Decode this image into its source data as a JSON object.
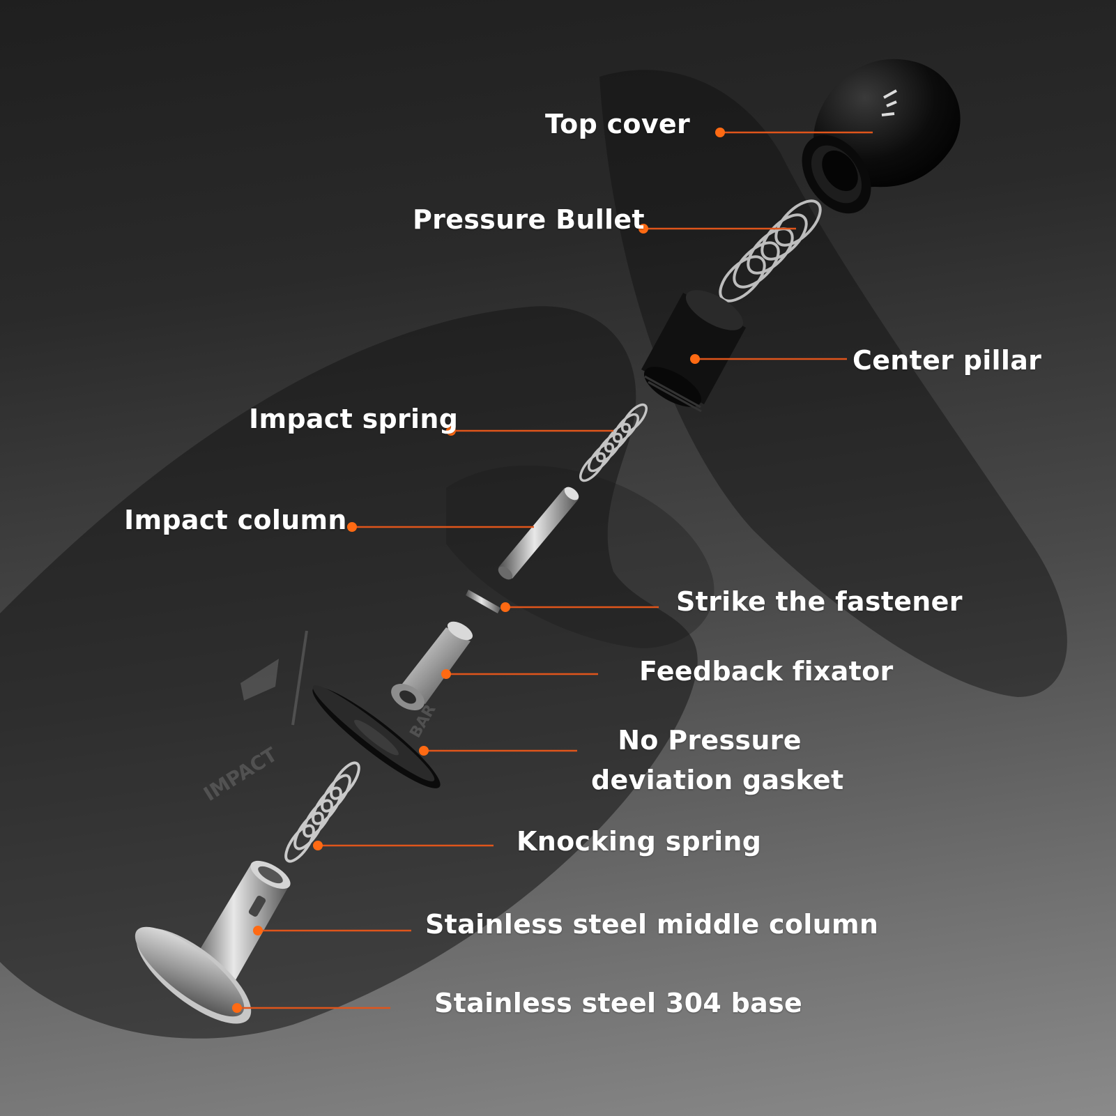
{
  "labels": {
    "top_cover": "Top cover",
    "pressure_bullet": "Pressure Bullet",
    "center_pillar": "Center pillar",
    "impact_spring": "Impact spring",
    "impact_column": "Impact column",
    "strike_fastener": "Strike the fastener",
    "feedback_fixator": "Feedback fixator",
    "gasket_line1": "No Pressure",
    "gasket_line2": "deviation gasket",
    "knocking_spring": "Knocking spring",
    "middle_column": "Stainless steel middle column",
    "base": "Stainless steel 304 base"
  },
  "watermark": {
    "impact": "IMPACT",
    "bar": "BAR"
  },
  "colors": {
    "leader": "#e0551b",
    "dot": "#ff6a13",
    "label_text": "#ffffff"
  }
}
